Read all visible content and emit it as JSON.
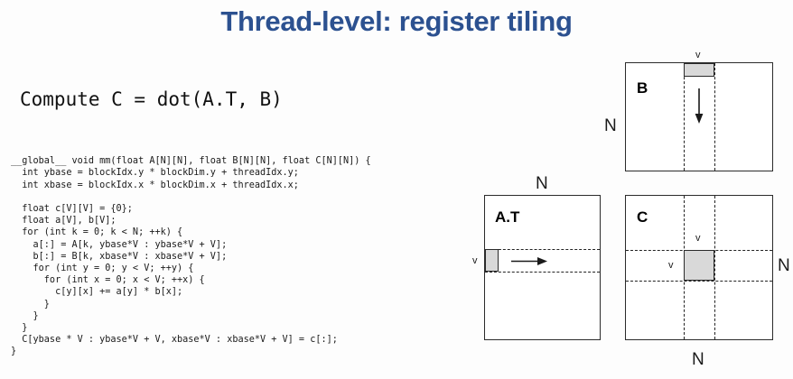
{
  "slide": {
    "title": "Thread-level: register tiling",
    "title_color": "#2c5190",
    "background_color": "#fdfdfd"
  },
  "content": {
    "compute_heading": "Compute C = dot(A.T, B)",
    "code": "__global__ void mm(float A[N][N], float B[N][N], float C[N][N]) {\n  int ybase = blockIdx.y * blockDim.y + threadIdx.y;\n  int xbase = blockIdx.x * blockDim.x + threadIdx.x;\n\n  float c[V][V] = {0};\n  float a[V], b[V];\n  for (int k = 0; k < N; ++k) {\n    a[:] = A[k, ybase*V : ybase*V + V];\n    b[:] = B[k, xbase*V : xbase*V + V];\n    for (int y = 0; y < V; ++y) {\n      for (int x = 0; x < V; ++x) {\n        c[y][x] += a[y] * b[x];\n      }\n    }\n  }\n  C[ybase * V : ybase*V + V, xbase*V : xbase*V + V] = c[:];\n}"
  },
  "diagrams": {
    "tile_fill_color": "#d9d9d9",
    "stroke_color": "#2b2b2b",
    "matrix_b": {
      "name": "B",
      "row_dim_label": "N",
      "tile_dim_label": "v",
      "arrow_direction": "down"
    },
    "matrix_at": {
      "name": "A.T",
      "col_dim_label": "N",
      "tile_dim_label": "v",
      "arrow_direction": "right"
    },
    "matrix_c": {
      "name": "C",
      "right_dim_label": "N",
      "bottom_dim_label": "N",
      "tile_dim_label_top": "v",
      "tile_dim_label_left": "v"
    }
  }
}
